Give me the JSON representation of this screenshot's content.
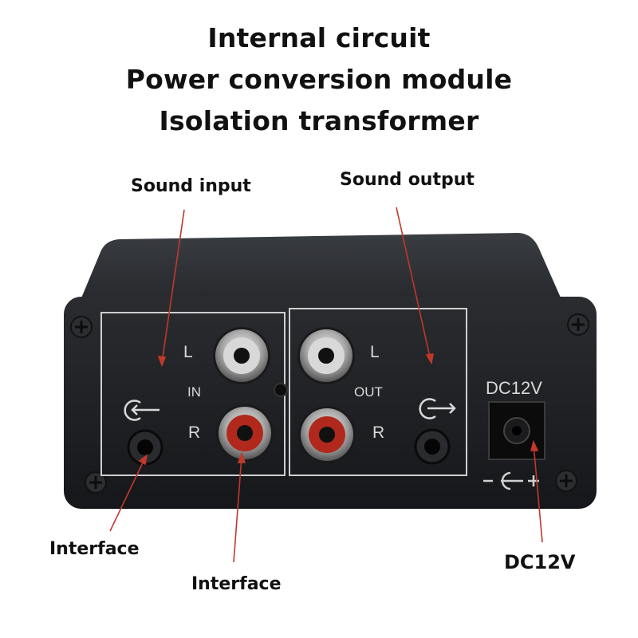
{
  "title_lines": [
    "Internal circuit",
    "Power conversion module",
    "Isolation transformer"
  ],
  "callouts": {
    "sound_input": "Sound input",
    "sound_output": "Sound output",
    "interface_left": "Interface",
    "interface_center": "Interface",
    "dc_bottom": "DC12V"
  },
  "panel": {
    "in_label": "IN",
    "out_label": "OUT",
    "left_L": "L",
    "left_R": "R",
    "right_L": "L",
    "right_R": "R",
    "dc_label": "DC12V"
  },
  "colors": {
    "arrow": "#c0392b",
    "rca_white_ring": "#d8d8d8",
    "rca_red_ring": "#b0291c",
    "device_body": "#1c1e22"
  }
}
